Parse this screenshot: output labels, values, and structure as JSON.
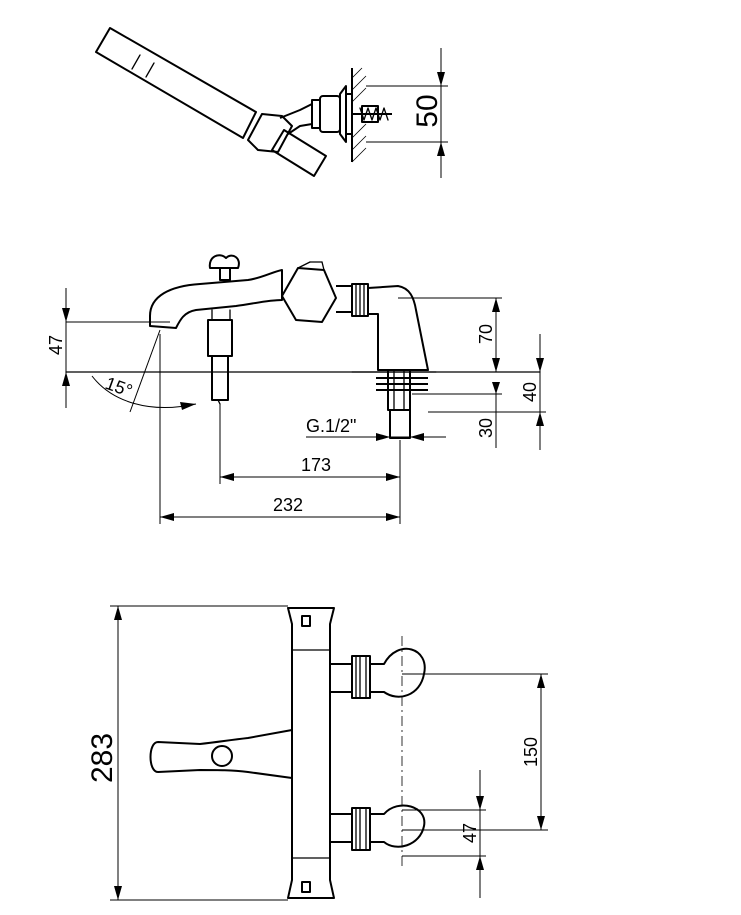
{
  "top_view": {
    "dim_wall_height": "50"
  },
  "side_view": {
    "dim_spout_height": "47",
    "dim_angle": "15°",
    "dim_body_height": "70",
    "dim_inlet_height": "40",
    "dim_connector": "30",
    "thread_label": "G.1/2\"",
    "dim_inner_length": "173",
    "dim_outer_length": "232"
  },
  "front_view": {
    "dim_total_width": "283",
    "dim_inlet_spacing": "150",
    "dim_inlet_offset": "47"
  }
}
